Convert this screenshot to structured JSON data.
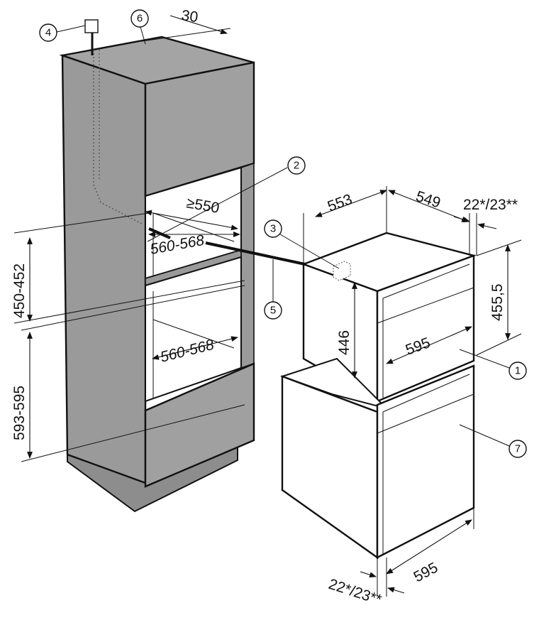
{
  "dimensions": {
    "top_gap": "30",
    "niche_depth": "≥550",
    "niche_width_upper": "560-568",
    "niche_width_lower": "560-568",
    "niche_height_upper": "450-452",
    "niche_height_lower": "593-595",
    "appliance_depth_total": "553",
    "appliance_depth_body": "549",
    "front_thickness_top": "22*/23**",
    "appliance_height": "455,5",
    "appliance_body_height": "446",
    "appliance_width": "595",
    "lower_appliance_width": "595",
    "front_thickness_bottom": "22*/23**"
  },
  "callouts": [
    "1",
    "2",
    "3",
    "4",
    "5",
    "6",
    "7"
  ],
  "colors": {
    "cabinet_fill": "#9a9a9a",
    "cabinet_dark": "#8a8a8a",
    "appliance_fill": "#ffffff",
    "line": "#111111"
  }
}
